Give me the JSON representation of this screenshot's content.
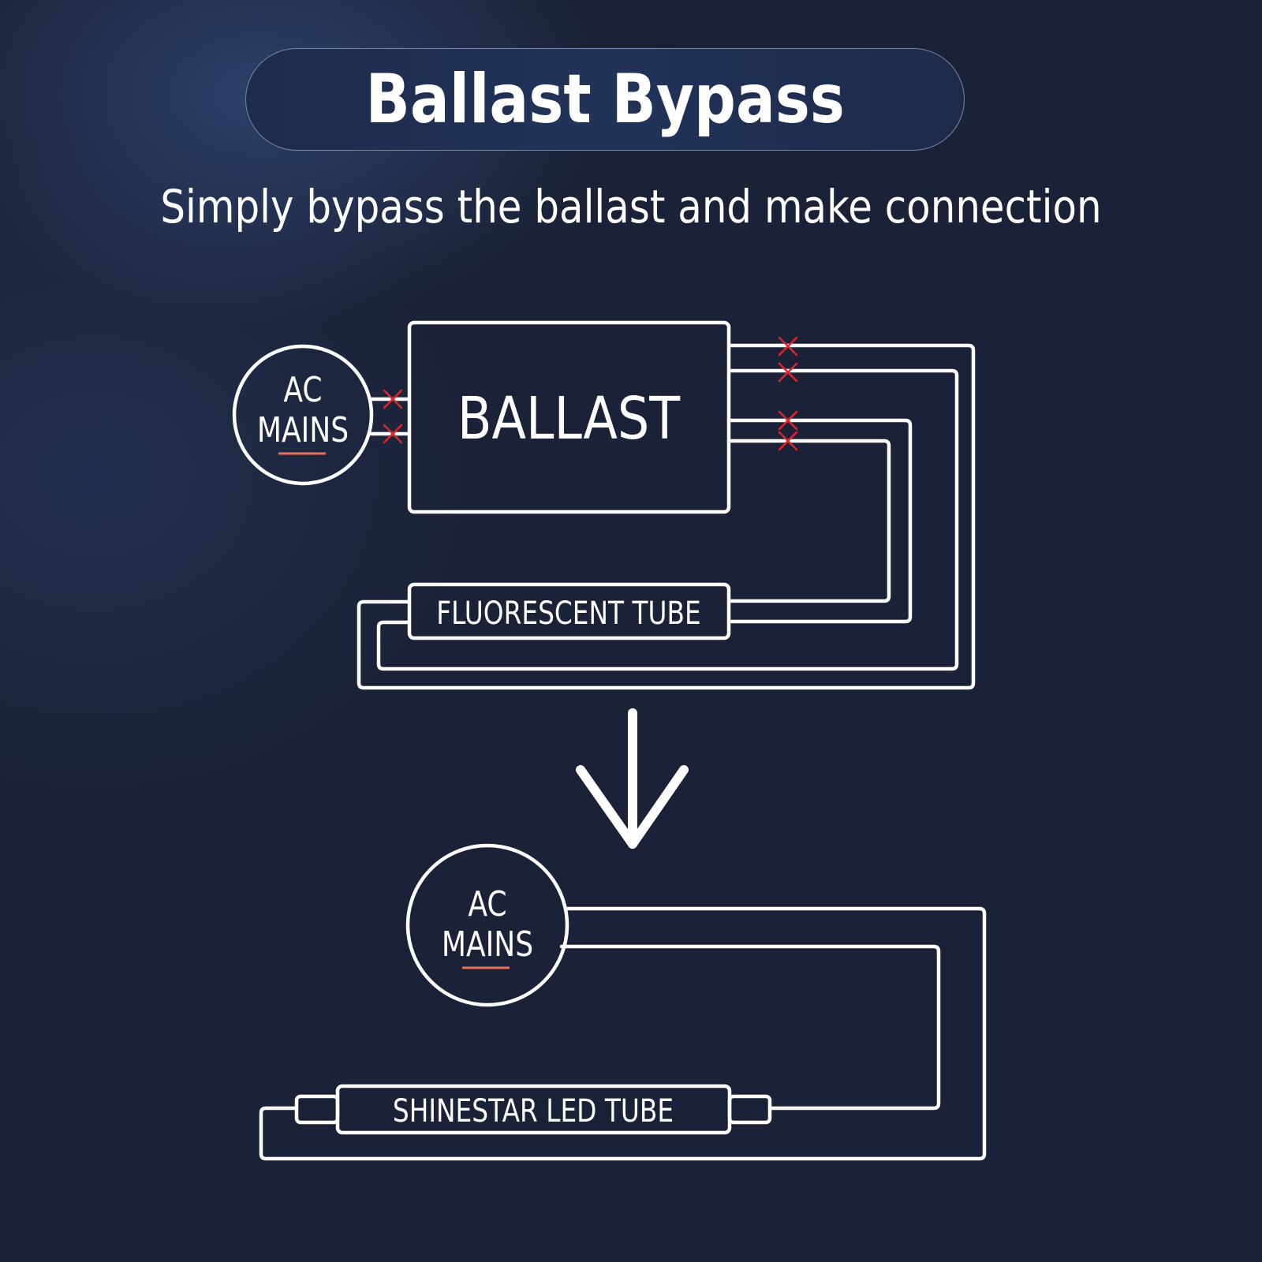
{
  "title": "Ballast Bypass",
  "subtitle": "Simply bypass the ballast and make connection",
  "before": {
    "source_label_line1": "AC",
    "source_label_line2": "MAINS",
    "ballast_label": "BALLAST",
    "tube_label": "FLUORESCENT TUBE"
  },
  "after": {
    "source_label_line1": "AC",
    "source_label_line2": "MAINS",
    "tube_label": "SHINESTAR LED TUBE"
  },
  "colors": {
    "background": "#1b2237",
    "line": "#ffffff",
    "cut_mark": "#e0242b",
    "mains_underline": "#e8705a"
  },
  "icons": {
    "arrow": "down-arrow-icon",
    "cut_marks": "cross-icon"
  }
}
